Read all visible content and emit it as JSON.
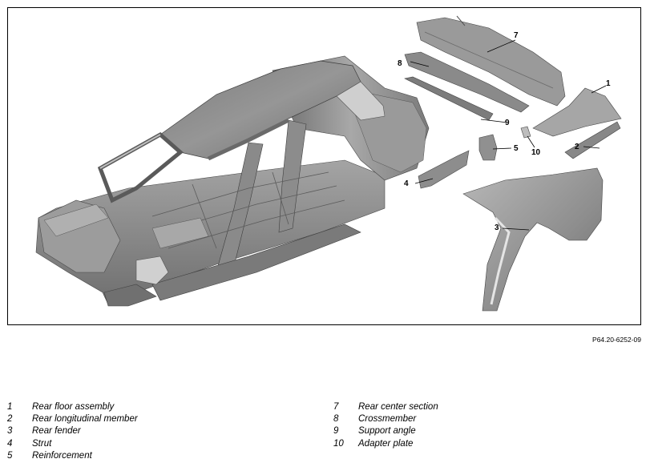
{
  "figure_id": "P64.20-6252-09",
  "callouts": [
    "1",
    "2",
    "3",
    "4",
    "5",
    "7",
    "8",
    "9",
    "10"
  ],
  "legend": {
    "left": [
      {
        "num": "1",
        "label": "Rear floor assembly"
      },
      {
        "num": "2",
        "label": "Rear longitudinal member"
      },
      {
        "num": "3",
        "label": "Rear fender"
      },
      {
        "num": "4",
        "label": "Strut"
      },
      {
        "num": "5",
        "label": "Reinforcement"
      }
    ],
    "right": [
      {
        "num": "7",
        "label": "Rear center section"
      },
      {
        "num": "8",
        "label": "Crossmember"
      },
      {
        "num": "9",
        "label": "Support angle"
      },
      {
        "num": "10",
        "label": "Adapter plate"
      }
    ]
  },
  "colors": {
    "panel": "#8f8f8f",
    "panel_light": "#c4c4c4",
    "panel_dark": "#5e5e5e",
    "line": "#000000"
  }
}
